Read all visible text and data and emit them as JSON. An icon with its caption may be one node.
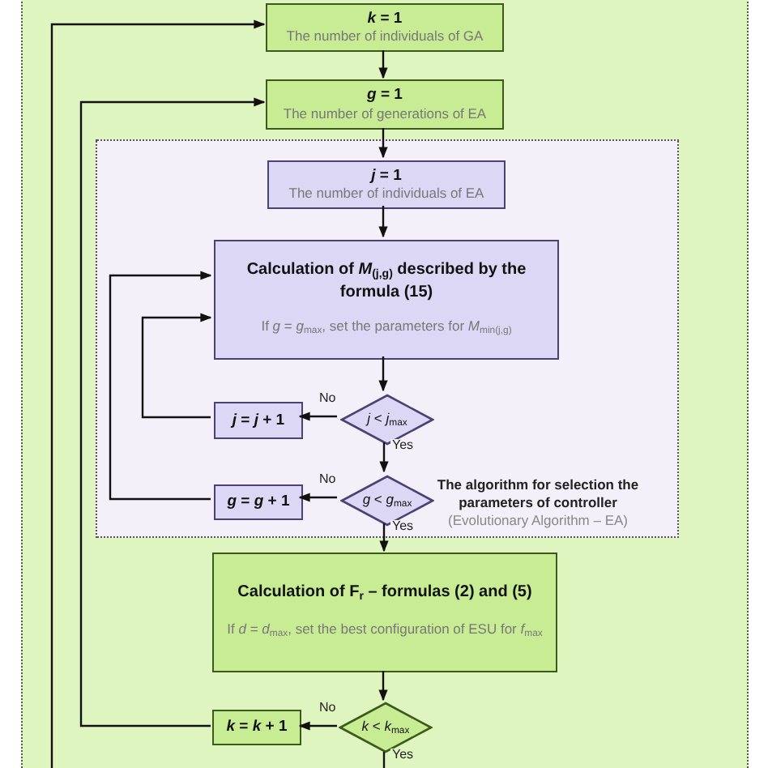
{
  "diagram": {
    "nodes": [
      {
        "text": [],
        "shape": "box"
      },
      {
        "text": [
          "*k* = 1",
          "The number of individuals of GA"
        ],
        "in": 0
      },
      {
        "text": [
          "*g* = 1",
          "The number of generations of EA"
        ],
        "in": 0
      },
      {
        "text": [
          "The algorithm for selection the parameters of controller",
          "(Evolutionary Algorithm – EA)"
        ],
        "in": 0
      },
      {
        "text": [
          "*j* = 1",
          "The number of individuals of EA"
        ],
        "in": 3
      },
      {
        "text": [
          "Calculation of *M*$_{(j,g)}$ described by the formula (15)",
          "If *g* = *g*$_{max}$, set the parameters for *M*$_{min(j,g)}$"
        ],
        "in": 3
      },
      {
        "text": [
          "*j* < *j*$_{max}$"
        ],
        "in": 3
      },
      {
        "text": [
          "*j* = *j* + 1"
        ],
        "in": 3
      },
      {
        "text": [
          "*g* < *g*$_{max}$"
        ],
        "in": 3
      },
      {
        "text": [
          "*g* = *g* + 1"
        ],
        "in": 3
      },
      {
        "text": [
          "Calculation of **F**$_{r}$ – formulas (2) and (5)",
          "If *d* = *d*$_{max}$, set the best configuration of ESU for *f*$_{max}$"
        ],
        "in": 0
      },
      {
        "text": [
          "*k* < *k*$_{max}$"
        ],
        "in": 0
      },
      {
        "text": [
          "*k* = *k* + 1"
        ],
        "in": 0
      }
    ],
    "edges": [
      {
        "from": 1,
        "to": 2,
        "arrow": "to"
      },
      {
        "from": 2,
        "to": 4,
        "arrow": "to"
      },
      {
        "from": 4,
        "to": 5,
        "arrow": "to"
      },
      {
        "from": 5,
        "to": 6,
        "arrow": "to"
      },
      {
        "from": 6,
        "to": 7,
        "arrow": "to",
        "label": "No"
      },
      {
        "from": 6,
        "to": 8,
        "arrow": "to",
        "label": "Yes"
      },
      {
        "from": 7,
        "to": 5,
        "arrow": "to"
      },
      {
        "from": 8,
        "to": 9,
        "arrow": "to",
        "label": "No"
      },
      {
        "from": 8,
        "to": 10,
        "arrow": "to",
        "label": "Yes"
      },
      {
        "from": 9,
        "to": 5,
        "arrow": "to"
      },
      {
        "from": 10,
        "to": 11,
        "arrow": "to"
      },
      {
        "from": 11,
        "to": 12,
        "arrow": "to",
        "label": "No"
      },
      {
        "from": 11,
        "to": null,
        "arrow": "none",
        "label": "Yes"
      },
      {
        "from": 12,
        "to": 2,
        "arrow": "to"
      },
      {
        "from": null,
        "to": 1,
        "arrow": "to"
      }
    ]
  }
}
